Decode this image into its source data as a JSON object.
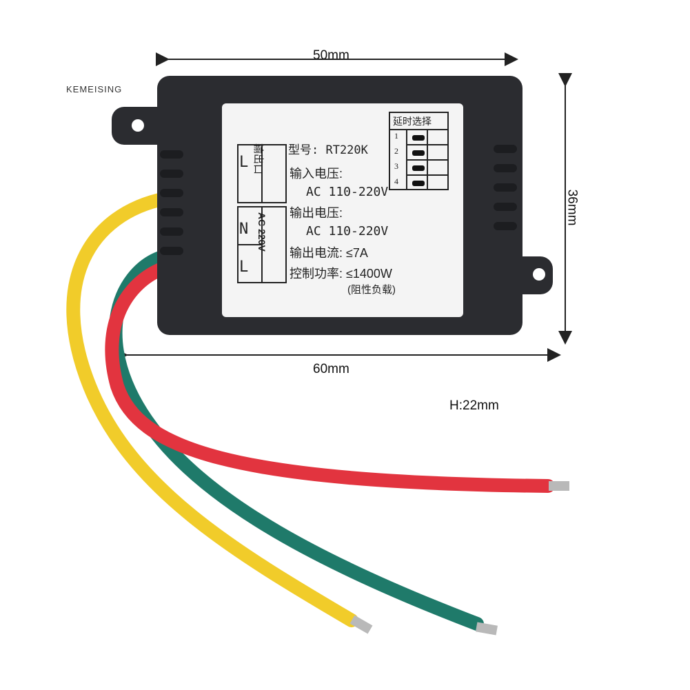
{
  "brand": "KEMEISING",
  "dimensions": {
    "top": "50mm",
    "bottom": "60mm",
    "right": "36mm",
    "height": "H:22mm"
  },
  "label": {
    "model": "型号: RT220K",
    "input_voltage_title": "输入电压:",
    "input_voltage_value": "AC 110-220V",
    "output_voltage_title": "输出电压:",
    "output_voltage_value": "AC 110-220V",
    "output_current": "输出电流: ≤7A",
    "control_power": "控制功率: ≤1400W",
    "load_note": "(阻性负载)",
    "delay_select_title": "延时选择",
    "delay_options": [
      "1",
      "2",
      "3",
      "4"
    ],
    "left_box_output": "输出口",
    "left_box_L": "L",
    "left_box_N": "N",
    "left_box_L2": "L",
    "left_box_ac": "AC 220V"
  },
  "colors": {
    "housing": "#2b2c30",
    "wire_yellow": "#f1cc2a",
    "wire_red": "#e2343f",
    "wire_green": "#1f7a6a"
  }
}
